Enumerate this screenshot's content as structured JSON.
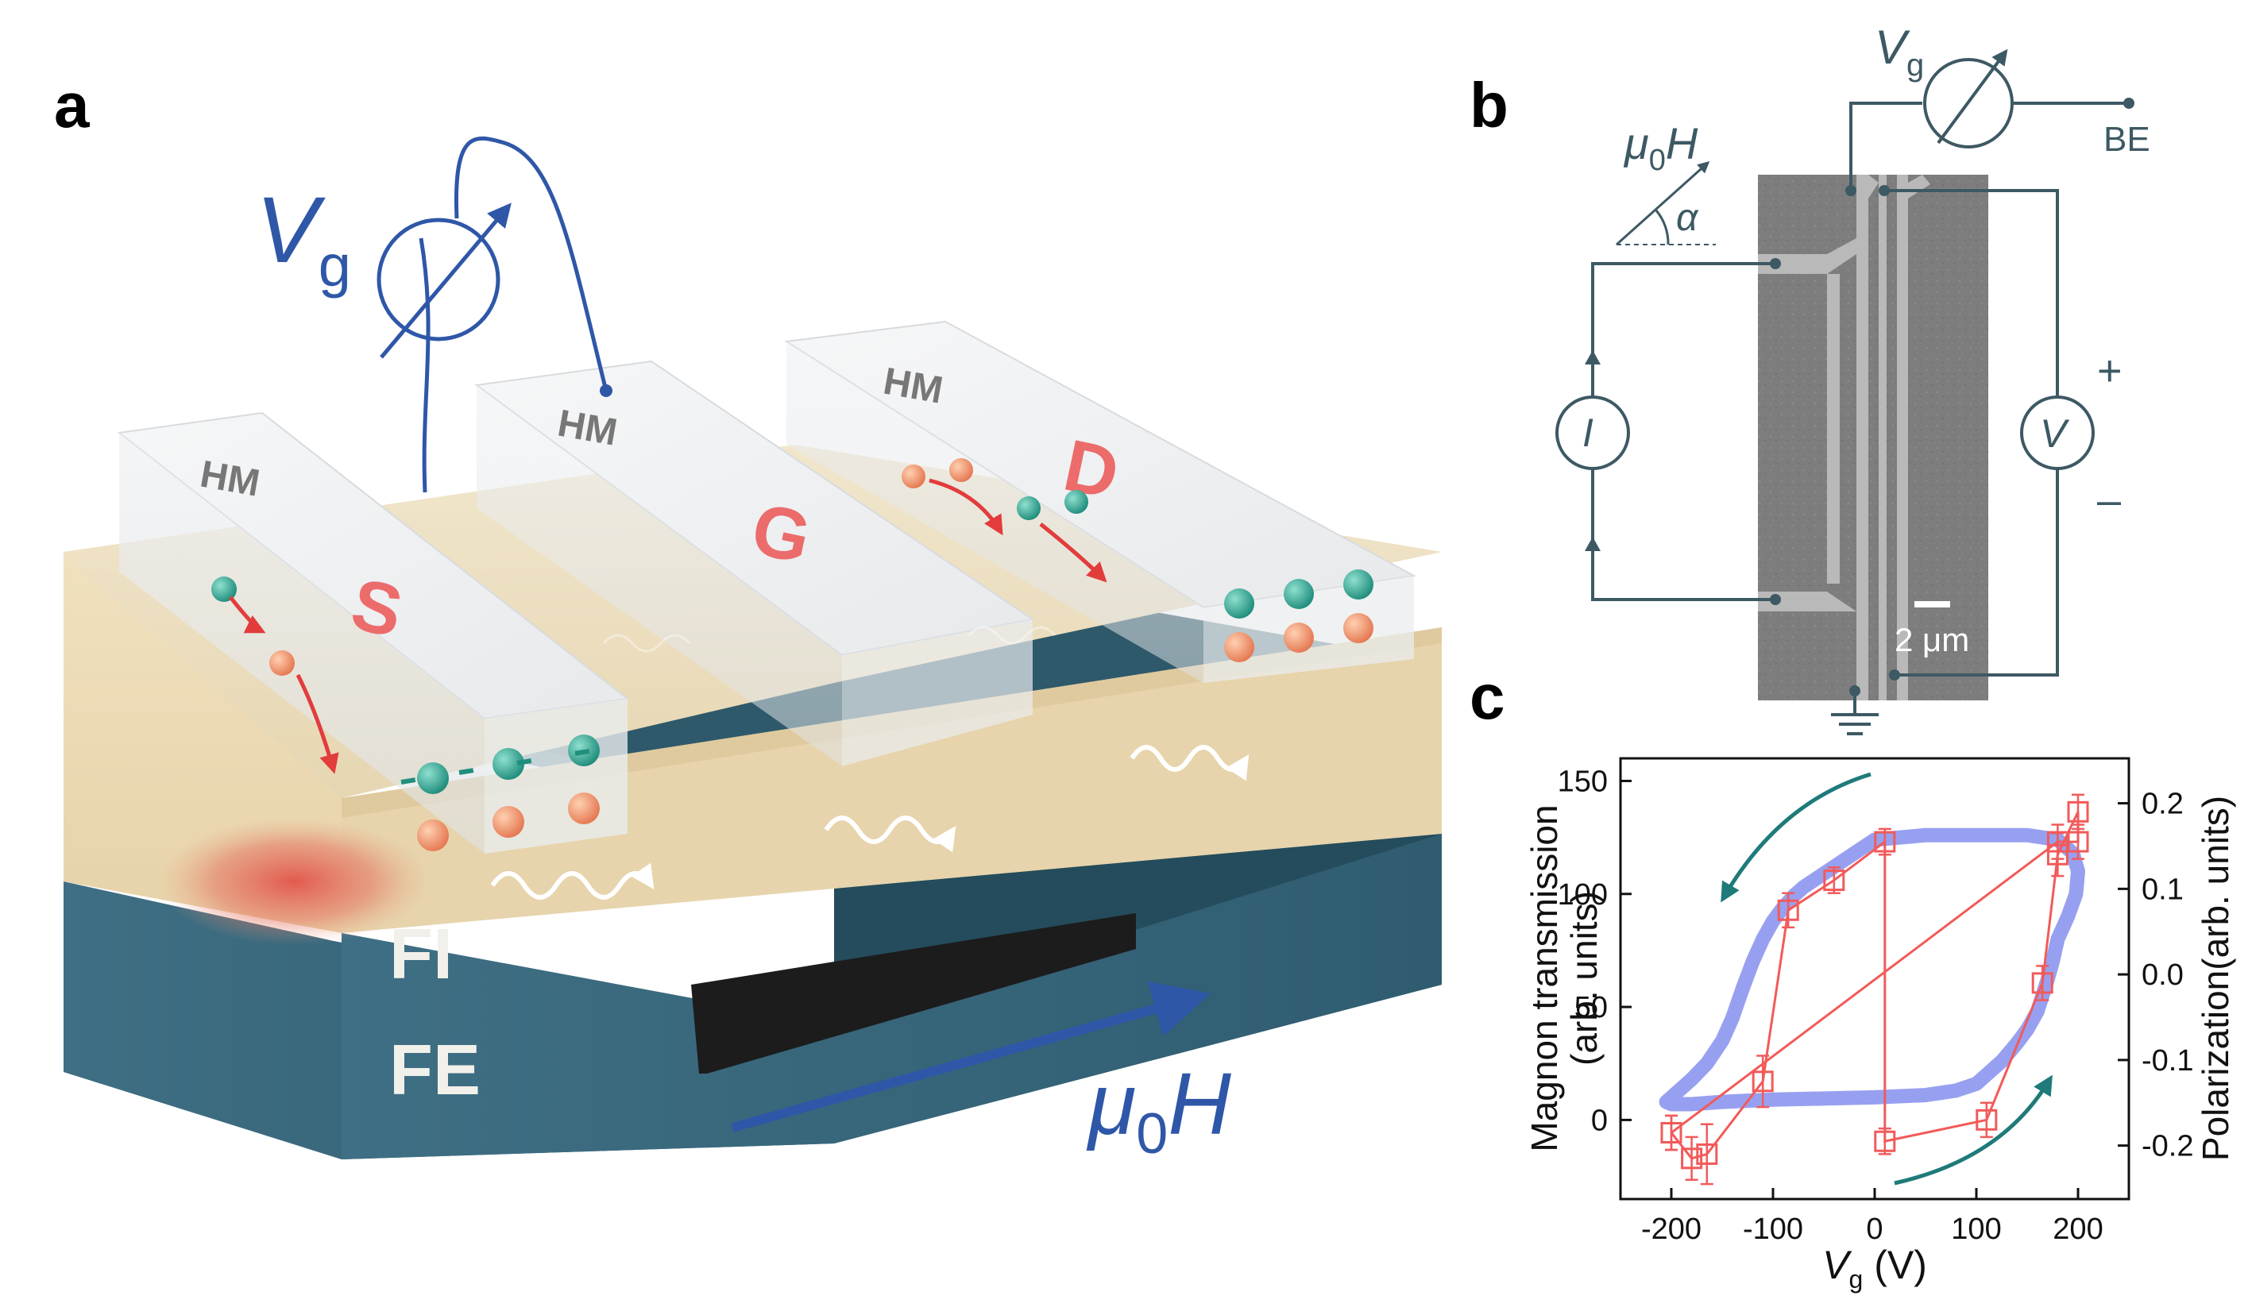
{
  "panels": {
    "a": {
      "letter": "a",
      "vg_label": {
        "main": "V",
        "sub": "g"
      },
      "layer_fi": "FI",
      "layer_fe": "FE",
      "field_label": {
        "main": "μ",
        "sub": "0",
        "tail": "H"
      },
      "electrode_hm_label": "HM",
      "electrode_s": "S",
      "electrode_g": "G",
      "electrode_d": "D"
    },
    "b": {
      "letter": "b",
      "vg_label": {
        "main": "V",
        "sub": "g"
      },
      "be_label": "BE",
      "field_label": {
        "main": "μ",
        "sub": "0",
        "tail": "H"
      },
      "alpha_label": "α",
      "current_label": "I",
      "voltage_label": "V",
      "plus_label": "+",
      "minus_label": "–",
      "scalebar_label": "2 μm"
    },
    "c": {
      "letter": "c"
    }
  },
  "chart_data": {
    "type": "line",
    "xlabel": {
      "main": "V",
      "sub": "g",
      "tail": " (V)"
    },
    "ylabel_left": [
      "Magnon transmission",
      "(arb. units)"
    ],
    "ylabel_right": "Polarization(arb. units)",
    "xlim": [
      -250,
      250
    ],
    "ylim_left": [
      -35,
      160
    ],
    "ylim_right": [
      -0.2625,
      0.2525
    ],
    "x_ticks": [
      -200,
      -100,
      0,
      100,
      200
    ],
    "y_left_ticks": [
      0,
      50,
      100,
      150
    ],
    "y_right_ticks": [
      -0.2,
      -0.1,
      0.0,
      0.1,
      0.2
    ],
    "y_right_tick_labels": [
      "-0.2",
      "-0.1",
      "0.0",
      "0.1",
      "0.2"
    ],
    "colors": {
      "magnon": "#8c96ee",
      "polarization": "#f25a5a",
      "arrow": "#1f7a7a"
    },
    "series": [
      {
        "axis": "left",
        "style": "thick-line",
        "x": [
          -205,
          -195,
          -180,
          -165,
          -150,
          -140,
          -130,
          -120,
          -110,
          -100,
          -90,
          -80,
          -70,
          -60,
          -40,
          -20,
          0,
          50,
          100,
          150,
          180,
          195,
          200,
          198,
          190,
          180,
          175,
          170,
          165,
          160,
          150,
          140,
          125,
          110,
          100,
          80,
          50,
          0,
          -100,
          -150,
          -180,
          -200,
          -205
        ],
        "y": [
          8,
          12,
          18,
          25,
          35,
          45,
          58,
          70,
          80,
          88,
          94,
          99,
          103,
          106,
          112,
          118,
          124,
          126,
          126,
          126,
          124,
          118,
          110,
          100,
          90,
          80,
          70,
          62,
          55,
          48,
          40,
          34,
          26,
          20,
          16,
          13,
          11,
          10,
          9,
          8,
          7,
          7,
          8
        ]
      },
      {
        "axis": "right",
        "style": "line-markers",
        "x": [
          -200,
          -180,
          -165,
          -110,
          -85,
          -40,
          10,
          10,
          110,
          165,
          180,
          200,
          200,
          180,
          -200
        ],
        "y": [
          -0.185,
          -0.215,
          -0.21,
          -0.125,
          0.075,
          0.11,
          0.155,
          -0.195,
          -0.17,
          -0.01,
          0.14,
          0.19,
          0.155,
          0.155,
          -0.185
        ],
        "err": [
          0.02,
          0.025,
          0.035,
          0.03,
          0.02,
          0.015,
          0.015,
          0.015,
          0.02,
          0.02,
          0.025,
          0.02,
          0.02,
          0.02,
          0.02
        ]
      }
    ]
  }
}
